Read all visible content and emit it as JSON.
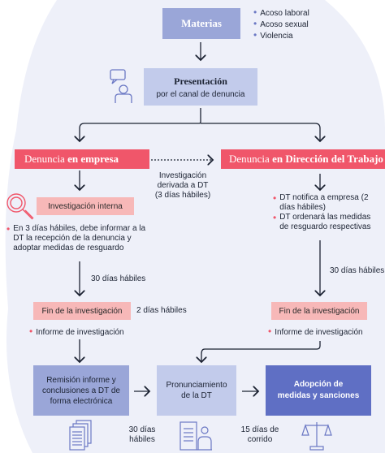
{
  "materias": {
    "title": "Materias",
    "items": [
      "Acoso laboral",
      "Acoso sexual",
      "Violencia"
    ]
  },
  "presentacion": {
    "title": "Presentación",
    "subtitle": "por el canal de denuncia"
  },
  "empresa": {
    "title_prefix": "Denuncia ",
    "title_bold": "en empresa",
    "step1": "Investigación interna",
    "step1_note": "En 3 días hábiles, debe informar a la DT la recepción de la denuncia y adoptar medidas de resguardo",
    "days_30": "30 días hábiles",
    "fin": "Fin de la investigación",
    "days_2": "2 días hábiles",
    "informe": "Informe de investigación",
    "remision": "Remisión informe y conclusiones a DT de forma electrónica"
  },
  "derivada": {
    "line1": "Investigación",
    "line2": "derivada a DT",
    "line3": "(3 días hábiles)"
  },
  "dt": {
    "title_prefix": "Denuncia ",
    "title_bold": "en Dirección del Trabajo",
    "note1": "DT notifica a empresa (2 días hábiles)",
    "note2": "DT ordenará las medidas de resguardo respectivas",
    "days_30": "30 días hábiles",
    "fin": "Fin de la investigación",
    "informe": "Informe de investigación"
  },
  "pronunciamiento": {
    "label": "Pronunciamiento de la DT",
    "days_30_line1": "30 días",
    "days_30_line2": "hábiles",
    "days_15_line1": "15 días de",
    "days_15_line2": "corrido"
  },
  "adopcion": {
    "label": "Adopción de medidas y sanciones"
  },
  "colors": {
    "red": "#f0566a",
    "pink": "#f7b8b8",
    "blue": "#9aa6d8",
    "light_blue": "#c2cbeb",
    "dark_blue": "#5f6fc4"
  }
}
